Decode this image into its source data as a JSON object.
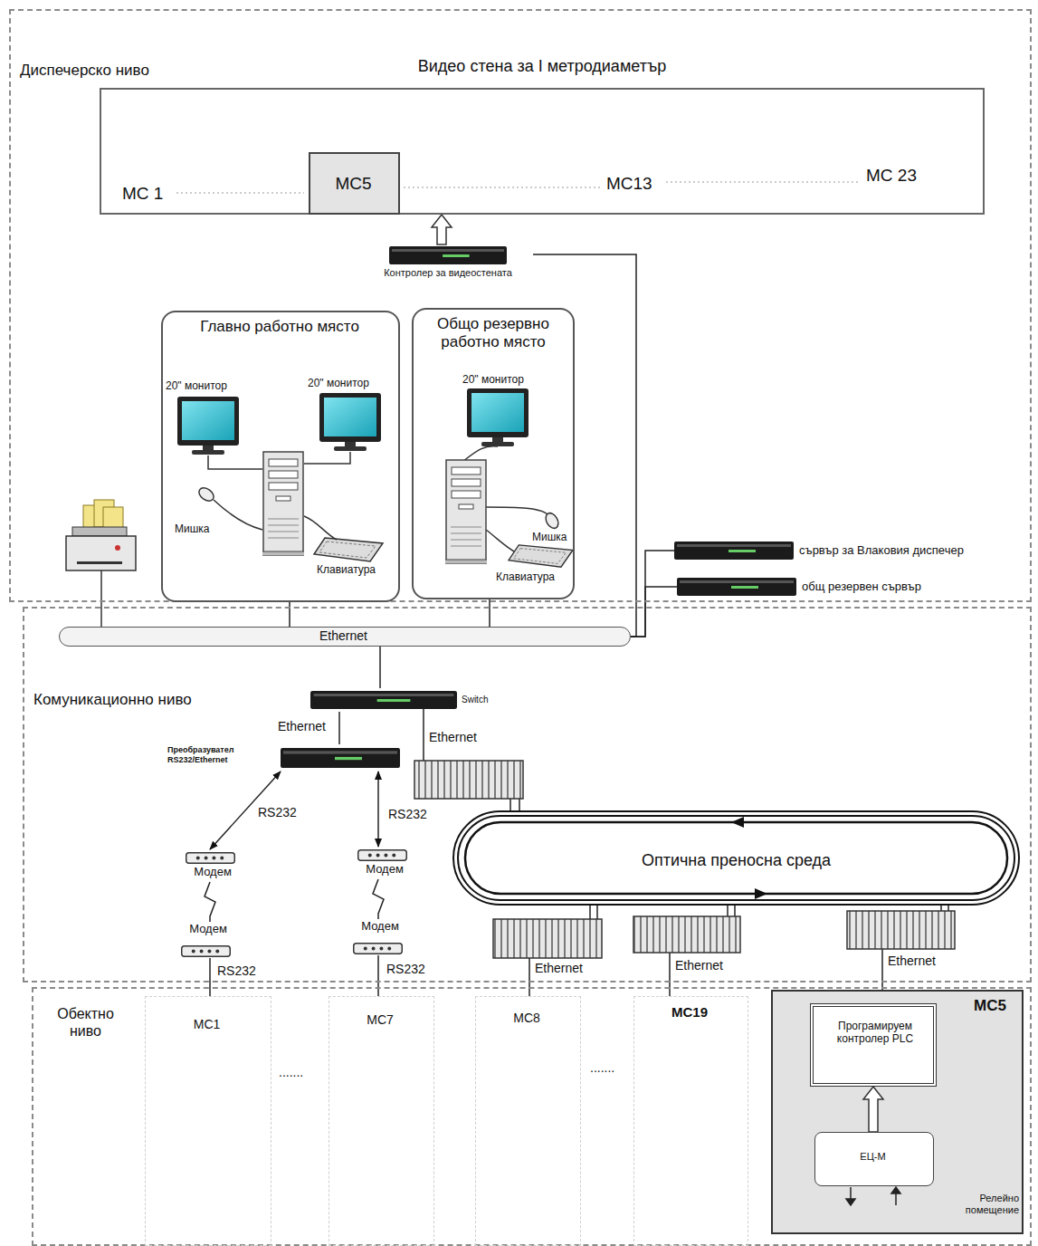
{
  "diagram": {
    "nodes": [
      {
        "text": [
          "Диспечерско ниво"
        ]
      },
      {
        "text": [
          "Видео стена за I метродиаметър"
        ],
        "in": 0
      },
      {
        "text": [
          "МС5"
        ],
        "in": 1
      },
      {
        "text": [
          "Контролер за видеостената"
        ],
        "in": 0
      },
      {
        "text": [
          "Главно работно място"
        ],
        "in": 0
      },
      {
        "text": [
          "Общо резервно работно място"
        ],
        "in": 0
      },
      {
        "text": [
          "сървър за Влаковия диспечер"
        ],
        "in": 0
      },
      {
        "text": [
          "общ резервен сървър"
        ],
        "in": 0
      },
      {
        "text": [
          "Комуникационно ниво"
        ]
      },
      {
        "text": [
          "Ethernet"
        ],
        "in": 8
      },
      {
        "text": [
          "Switch"
        ],
        "in": 8
      },
      {
        "text": [
          "Преобразувател RS232/Ethernet"
        ],
        "in": 8
      },
      {
        "text": [
          "Оптична преносна среда"
        ],
        "in": 8
      },
      {
        "text": [
          "Модем"
        ],
        "in": 8
      },
      {
        "text": [
          "Модем"
        ],
        "in": 8
      },
      {
        "text": [
          "Модем"
        ],
        "in": 8
      },
      {
        "text": [
          "Модем"
        ],
        "in": 8
      },
      {
        "text": [
          "Обектно ниво"
        ]
      },
      {
        "text": [
          "МС1"
        ],
        "in": 17
      },
      {
        "text": [
          "МС7"
        ],
        "in": 17
      },
      {
        "text": [
          "МС8"
        ],
        "in": 17
      },
      {
        "text": [
          "МС19"
        ],
        "in": 17
      },
      {
        "text": [
          "МС5",
          "Релейно помещение"
        ],
        "in": 17
      },
      {
        "text": [
          "Програмируем контролер PLC"
        ],
        "in": 22
      },
      {
        "text": [
          "ЕЦ-М"
        ],
        "in": 22
      }
    ],
    "edges": [
      {
        "from": 3,
        "to": 1,
        "arrow": "to"
      },
      {
        "from": 3,
        "to": 9,
        "arrow": "none"
      },
      {
        "from": 4,
        "to": 9,
        "arrow": "none"
      },
      {
        "from": 5,
        "to": 9,
        "arrow": "none"
      },
      {
        "from": 6,
        "to": 9,
        "arrow": "none"
      },
      {
        "from": 7,
        "to": 9,
        "arrow": "none"
      },
      {
        "from": 9,
        "to": 10,
        "arrow": "none"
      },
      {
        "from": 10,
        "to": 11,
        "label": "Ethernet",
        "arrow": "none"
      },
      {
        "from": 11,
        "to": 13,
        "label": "RS232",
        "arrow": "both"
      },
      {
        "from": 11,
        "to": 14,
        "label": "RS232",
        "arrow": "both"
      },
      {
        "from": 13,
        "to": 15,
        "arrow": "none"
      },
      {
        "from": 14,
        "to": 16,
        "arrow": "none"
      },
      {
        "from": 15,
        "to": 18,
        "label": "RS232",
        "arrow": "none"
      },
      {
        "from": 16,
        "to": 19,
        "label": "RS232",
        "arrow": "none"
      },
      {
        "from": 24,
        "to": 23,
        "arrow": "to"
      }
    ],
    "labels": [
      "МС 1",
      "МС13",
      "МС 23",
      "20\" монитор",
      "20\" монитор",
      "Мишка",
      "Клавиатура",
      "20\" монитор",
      "Мишка",
      "Клавиатура",
      "Ethernet",
      "Ethernet",
      "Ethernet",
      "Ethernet",
      ".......",
      "......."
    ]
  }
}
